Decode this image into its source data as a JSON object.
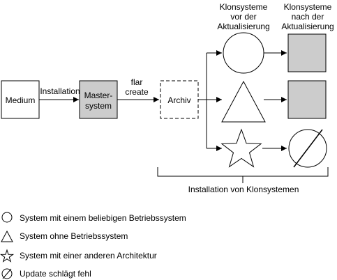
{
  "nodes": {
    "medium": "Medium",
    "master_line1": "Master-",
    "master_line2": "system",
    "archive": "Archiv"
  },
  "edges": {
    "installation": "Installation",
    "flar_line1": "flar",
    "flar_line2": "create"
  },
  "headers": {
    "before_line1": "Klonsysteme",
    "before_line2": "vor der",
    "before_line3": "Aktualisierung",
    "after_line1": "Klonsysteme",
    "after_line2": "nach der",
    "after_line3": "Aktualisierung"
  },
  "bracket_label": "Installation von Klonsystemen",
  "legend": [
    {
      "icon": "circle-icon",
      "label": "System mit einem beliebigen Betriebssystem"
    },
    {
      "icon": "triangle-icon",
      "label": "System ohne Betriebssystem"
    },
    {
      "icon": "star-icon",
      "label": "System mit einer anderen Architektur"
    },
    {
      "icon": "slashed-circle-icon",
      "label": "Update schlägt fehl"
    }
  ],
  "colors": {
    "filled_box": "#cccccc",
    "stroke": "#000000"
  }
}
